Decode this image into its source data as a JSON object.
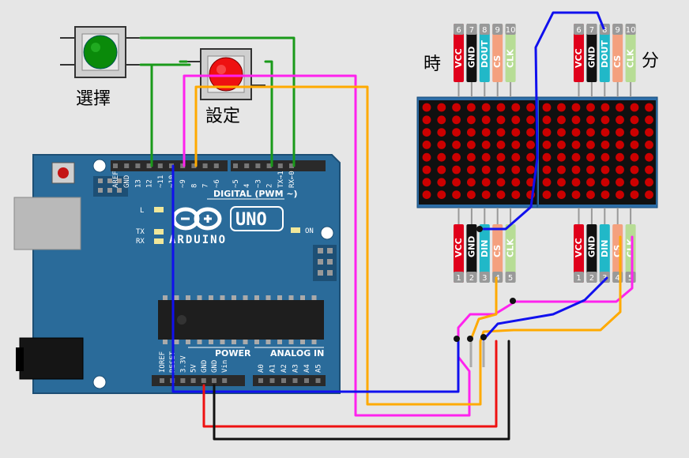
{
  "labels": {
    "select_button": "選擇",
    "set_button": "設定",
    "hours": "時",
    "minutes": "分"
  },
  "arduino": {
    "brand": "ARDUINO",
    "model": "UNO",
    "digital_header": "DIGITAL (PWM ~)",
    "power_header": "POWER",
    "analog_header": "ANALOG IN",
    "led_l": "L",
    "led_tx": "TX",
    "led_rx": "RX",
    "led_on": "ON",
    "digital_pins": [
      "AREF",
      "GND",
      "13",
      "12",
      "~11",
      "~10",
      "~9",
      "8",
      "7",
      "~6",
      "~5",
      "4",
      "~3",
      "2",
      "TX→1",
      "RX←0"
    ],
    "power_pins": [
      "IOREF",
      "RESET",
      "3.3V",
      "5V",
      "GND",
      "GND",
      "Vin"
    ],
    "analog_pins": [
      "A0",
      "A1",
      "A2",
      "A3",
      "A4",
      "A5"
    ]
  },
  "matrix_modules": {
    "top_pins": [
      {
        "name": "VCC",
        "num": "6",
        "color": "#e0001b"
      },
      {
        "name": "GND",
        "num": "7",
        "color": "#111111"
      },
      {
        "name": "DOUT",
        "num": "8",
        "color": "#21b8c8"
      },
      {
        "name": "CS",
        "num": "9",
        "color": "#f4a07e"
      },
      {
        "name": "CLK",
        "num": "10",
        "color": "#b7dd95"
      }
    ],
    "bottom_pins": [
      {
        "name": "VCC",
        "num": "1",
        "color": "#e0001b"
      },
      {
        "name": "GND",
        "num": "2",
        "color": "#111111"
      },
      {
        "name": "DIN",
        "num": "3",
        "color": "#21b8c8"
      },
      {
        "name": "CS",
        "num": "4",
        "color": "#f4a07e"
      },
      {
        "name": "CLK",
        "num": "5",
        "color": "#b7dd95"
      }
    ]
  },
  "wire_colors": {
    "green": "#1a9a1a",
    "magenta": "#ff22ee",
    "orange": "#ffaa00",
    "blue": "#1010ee",
    "red": "#ee1111",
    "black": "#111111"
  }
}
